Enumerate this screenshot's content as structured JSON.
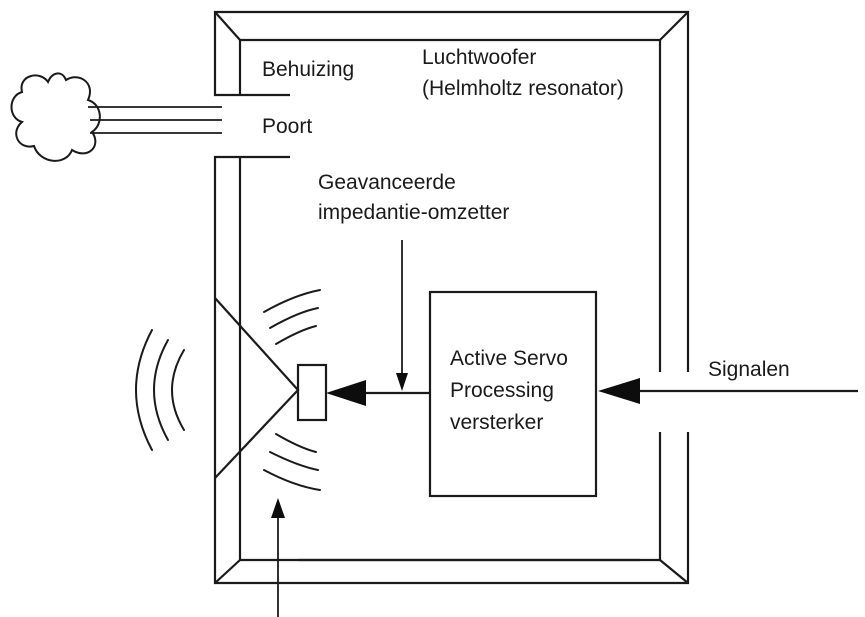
{
  "labels": {
    "enclosure": "Behuizing",
    "woofer_line1": "Luchtwoofer",
    "woofer_line2": "(Helmholtz resonator)",
    "port": "Poort",
    "converter_line1": "Geavanceerde",
    "converter_line2": "impedantie-omzetter",
    "amp_line1": "Active Servo",
    "amp_line2": "Processing",
    "amp_line3": "versterker",
    "signals": "Signalen"
  }
}
